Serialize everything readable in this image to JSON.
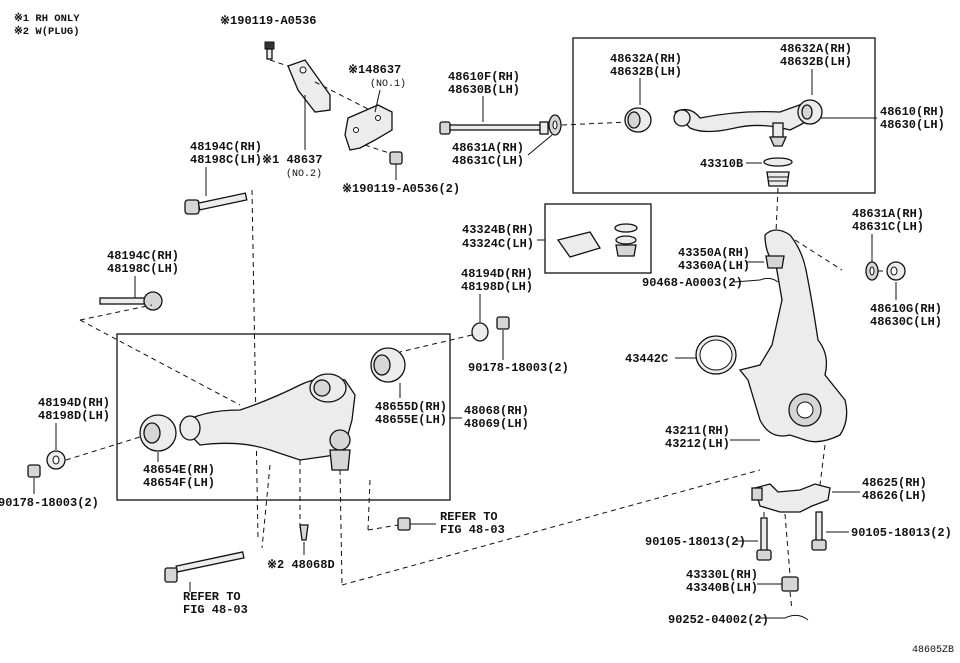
{
  "notes": {
    "rh_only": "※1 RH ONLY",
    "w_plug": "※2 W(PLUG)"
  },
  "diagram_id": "48605ZB",
  "labels": {
    "bolt_top": "※190119-A0536",
    "bracket_no1_a": "※148637",
    "bracket_no1_b": "(NO.1)",
    "bracket_no2_a": "※1 48637",
    "bracket_no2_b": "(NO.2)",
    "bolt_top2": "※190119-A0536(2)",
    "cam_bolt_a": "48610F(RH)",
    "cam_bolt_b": "48630B(LH)",
    "washer_a": "48631A(RH)",
    "washer_b": "48631C(LH)",
    "upper_bush_a": "48632A(RH)",
    "upper_bush_b": "48632B(LH)",
    "upper_bush2_a": "48632A(RH)",
    "upper_bush2_b": "48632B(LH)",
    "upper_arm_a": "48610(RH)",
    "upper_arm_b": "48630(LH)",
    "boot_upper": "43310B",
    "bolt_c_a": "48194C(RH)",
    "bolt_c_b": "48198C(LH)",
    "bolt_c2_a": "48194C(RH)",
    "bolt_c2_b": "48198C(LH)",
    "boot_kit_a": "43324B(RH)",
    "boot_kit_b": "43324C(LH)",
    "boot_lower_a": "43350A(RH)",
    "boot_lower_b": "43360A(LH)",
    "cotter": "90468-A0003(2)",
    "washer_r_a": "48631A(RH)",
    "washer_r_b": "48631C(LH)",
    "nut_r_a": "48610G(RH)",
    "nut_r_b": "48630C(LH)",
    "bolt_d_a": "48194D(RH)",
    "bolt_d_b": "48198D(LH)",
    "nut_a": "90178-18003(2)",
    "dust_shield": "43442C",
    "bush_rear_a": "48655D(RH)",
    "bush_rear_b": "48655E(LH)",
    "lower_arm_a": "48068(RH)",
    "lower_arm_b": "48069(LH)",
    "bolt_dl_a": "48194D(RH)",
    "bolt_dl_b": "48198D(LH)",
    "bush_front_a": "48654E(RH)",
    "bush_front_b": "48654F(LH)",
    "knuckle_a": "43211(RH)",
    "knuckle_b": "43212(LH)",
    "nut_left": "90178-18003(2)",
    "refer_a": "REFER TO",
    "refer_b": "FIG 48-03",
    "bracket_a": "48625(RH)",
    "bracket_b": "48626(LH)",
    "bolt_l": "90105-18013(2)",
    "bolt_r": "90105-18013(2)",
    "plug": "※2 48068D",
    "balljoint_a": "43330L(RH)",
    "balljoint_b": "43340B(LH)",
    "refer2_a": "REFER TO",
    "refer2_b": "FIG 48-03",
    "pin": "90252-04002(2)"
  }
}
